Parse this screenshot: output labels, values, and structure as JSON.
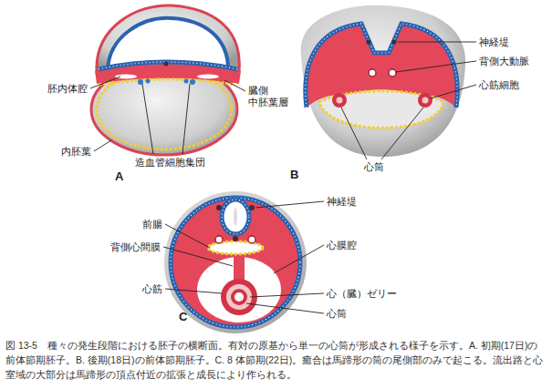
{
  "diagram": {
    "caption": "図 13-5　種々の発生段階における胚子の横断面。有対の原基から単一の心筒が形成される様子を示す。A. 初期(17日)の前体節期胚子。B. 後期(18日)の前体節期胚子。C. 8 体節期(22日)。癒合は馬蹄形の筒の尾側部のみで起こる。流出路と心室域の大部分は馬蹄形の頂点付近の拡張と成長により作られる。",
    "labels": [
      "胚内体腔",
      "臓側 中胚葉層",
      "内胚葉",
      "造血管細胞集団",
      "A",
      "神経堤",
      "背側大動脈",
      "心筋細胞",
      "心筒",
      "B",
      "前腸",
      "神経堤",
      "背側心間膜",
      "心膜腔",
      "心筋",
      "心（臓）ゼリー",
      "心筒",
      "C"
    ]
  }
}
